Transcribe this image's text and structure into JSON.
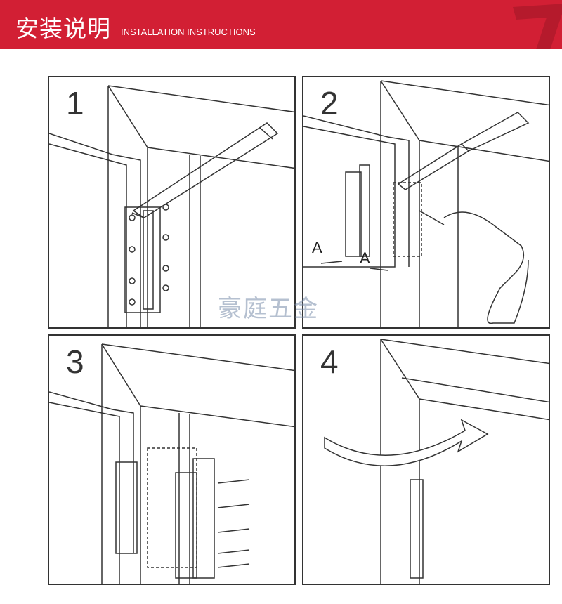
{
  "header": {
    "title_cn": "安装说明",
    "title_en": "INSTALLATION INSTRUCTIONS",
    "color": "#d21f34"
  },
  "steps": [
    {
      "number": "1"
    },
    {
      "number": "2",
      "dimension_labels": [
        "A",
        "A"
      ]
    },
    {
      "number": "3"
    },
    {
      "number": "4"
    }
  ],
  "watermark": "豪庭五金"
}
